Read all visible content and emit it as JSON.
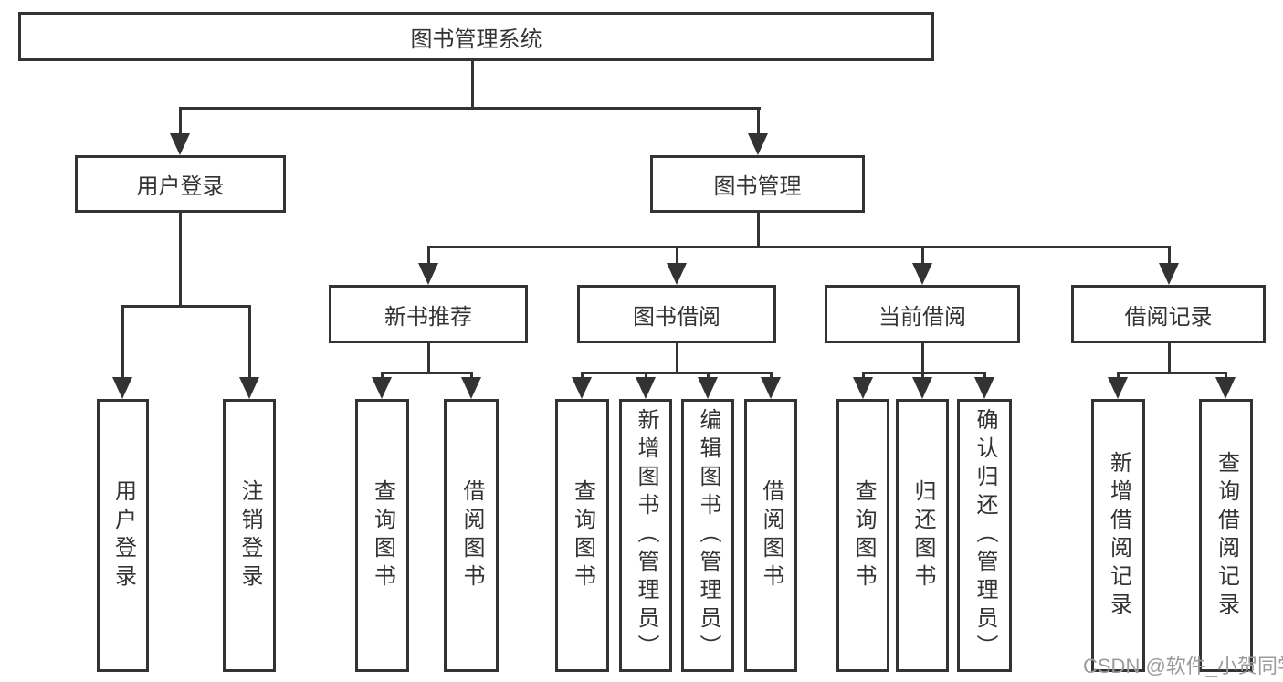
{
  "diagram": {
    "root": {
      "label": "图书管理系统"
    },
    "level2": {
      "user_login": {
        "label": "用户登录"
      },
      "book_mgmt": {
        "label": "图书管理"
      }
    },
    "level3": {
      "new_book": {
        "label": "新书推荐"
      },
      "book_borrow": {
        "label": "图书借阅"
      },
      "current_borrow": {
        "label": "当前借阅"
      },
      "borrow_records": {
        "label": "借阅记录"
      }
    },
    "leaves": {
      "user_login": [
        "用户登录",
        "注销登录"
      ],
      "new_book": [
        "查询图书",
        "借阅图书"
      ],
      "book_borrow": [
        "查询图书",
        "新增图书（管理员）",
        "编辑图书（管理员）",
        "借阅图书"
      ],
      "current_borrow": [
        "查询图书",
        "归还图书",
        "确认归还（管理员）"
      ],
      "borrow_records": [
        "新增借阅记录",
        "查询借阅记录"
      ]
    }
  },
  "watermark": {
    "text": "CSDN @软件_小贺同学"
  },
  "colors": {
    "line": "#333333",
    "background": "#ffffff",
    "watermark": "#9b9b9b",
    "text": "#333333"
  }
}
